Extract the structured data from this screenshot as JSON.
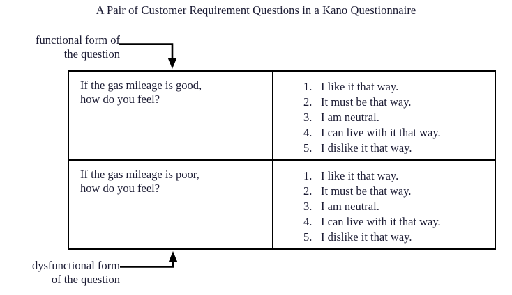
{
  "title": "A Pair of Customer Requirement Questions in a Kano Questionnaire",
  "annotations": {
    "functional": {
      "line1": "functional form of",
      "line2": "the question"
    },
    "dysfunctional": {
      "line1": "dysfunctional form",
      "line2": "of the question"
    }
  },
  "colors": {
    "text": "#1b1b33",
    "border": "#000000",
    "background": "#ffffff",
    "arrow": "#000000"
  },
  "table": {
    "rows": [
      {
        "question": {
          "line1": "If the gas mileage is good,",
          "line2": "how do you feel?"
        },
        "answers": [
          {
            "num": "1.",
            "text": "I like it that way."
          },
          {
            "num": "2.",
            "text": "It must be that way."
          },
          {
            "num": "3.",
            "text": "I am neutral."
          },
          {
            "num": "4.",
            "text": "I can live with it that way."
          },
          {
            "num": "5.",
            "text": "I dislike it that way."
          }
        ]
      },
      {
        "question": {
          "line1": "If the gas mileage is poor,",
          "line2": "how do you feel?"
        },
        "answers": [
          {
            "num": "1.",
            "text": "I like it that way."
          },
          {
            "num": "2.",
            "text": "It must be that way."
          },
          {
            "num": "3.",
            "text": "I am neutral."
          },
          {
            "num": "4.",
            "text": "I can live with it that way."
          },
          {
            "num": "5.",
            "text": "I dislike it that way."
          }
        ]
      }
    ]
  }
}
